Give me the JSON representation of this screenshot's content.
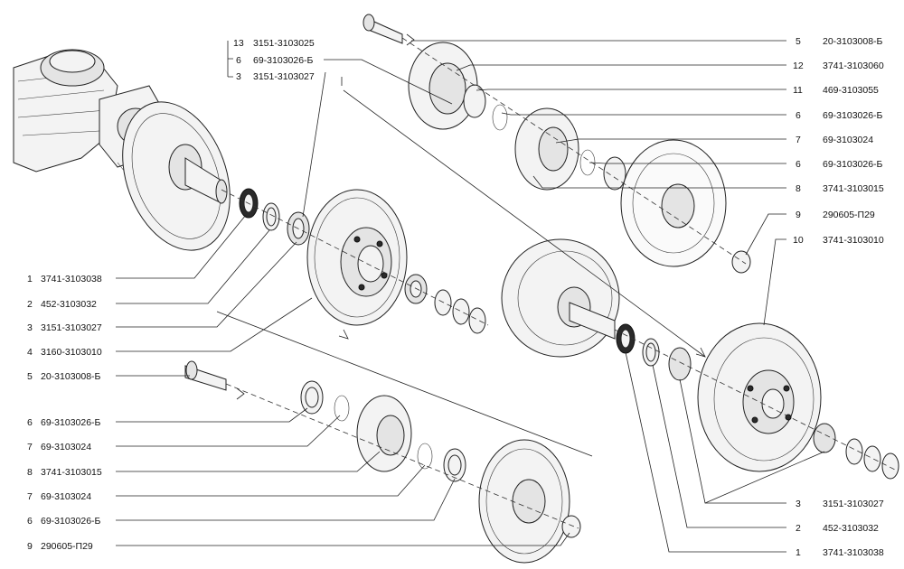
{
  "left_labels": [
    {
      "num": "1",
      "code": "3741-3103038"
    },
    {
      "num": "2",
      "code": "452-3103032"
    },
    {
      "num": "3",
      "code": "3151-3103027"
    },
    {
      "num": "4",
      "code": "3160-3103010"
    },
    {
      "num": "5",
      "code": "20-3103008-Б"
    },
    {
      "num": "6",
      "code": "69-3103026-Б"
    },
    {
      "num": "7",
      "code": "69-3103024"
    },
    {
      "num": "8",
      "code": "3741-3103015"
    },
    {
      "num": "7",
      "code": "69-3103024"
    },
    {
      "num": "6",
      "code": "69-3103026-Б"
    },
    {
      "num": "9",
      "code": "290605-П29"
    }
  ],
  "top_group": [
    {
      "num": "13",
      "code": "3151-3103025"
    },
    {
      "num": "6",
      "code": "69-3103026-Б"
    },
    {
      "num": "3",
      "code": "3151-3103027"
    }
  ],
  "right_labels_top": [
    {
      "num": "5",
      "code": "20-3103008-Б"
    },
    {
      "num": "12",
      "code": "3741-3103060"
    },
    {
      "num": "11",
      "code": "469-3103055"
    },
    {
      "num": "6",
      "code": "69-3103026-Б"
    },
    {
      "num": "7",
      "code": "69-3103024"
    },
    {
      "num": "6",
      "code": "69-3103026-Б"
    },
    {
      "num": "8",
      "code": "3741-3103015"
    },
    {
      "num": "9",
      "code": "290605-П29"
    },
    {
      "num": "10",
      "code": "3741-3103010"
    }
  ],
  "right_labels_bottom": [
    {
      "num": "3",
      "code": "3151-3103027"
    },
    {
      "num": "2",
      "code": "452-3103032"
    },
    {
      "num": "1",
      "code": "3741-3103038"
    }
  ]
}
